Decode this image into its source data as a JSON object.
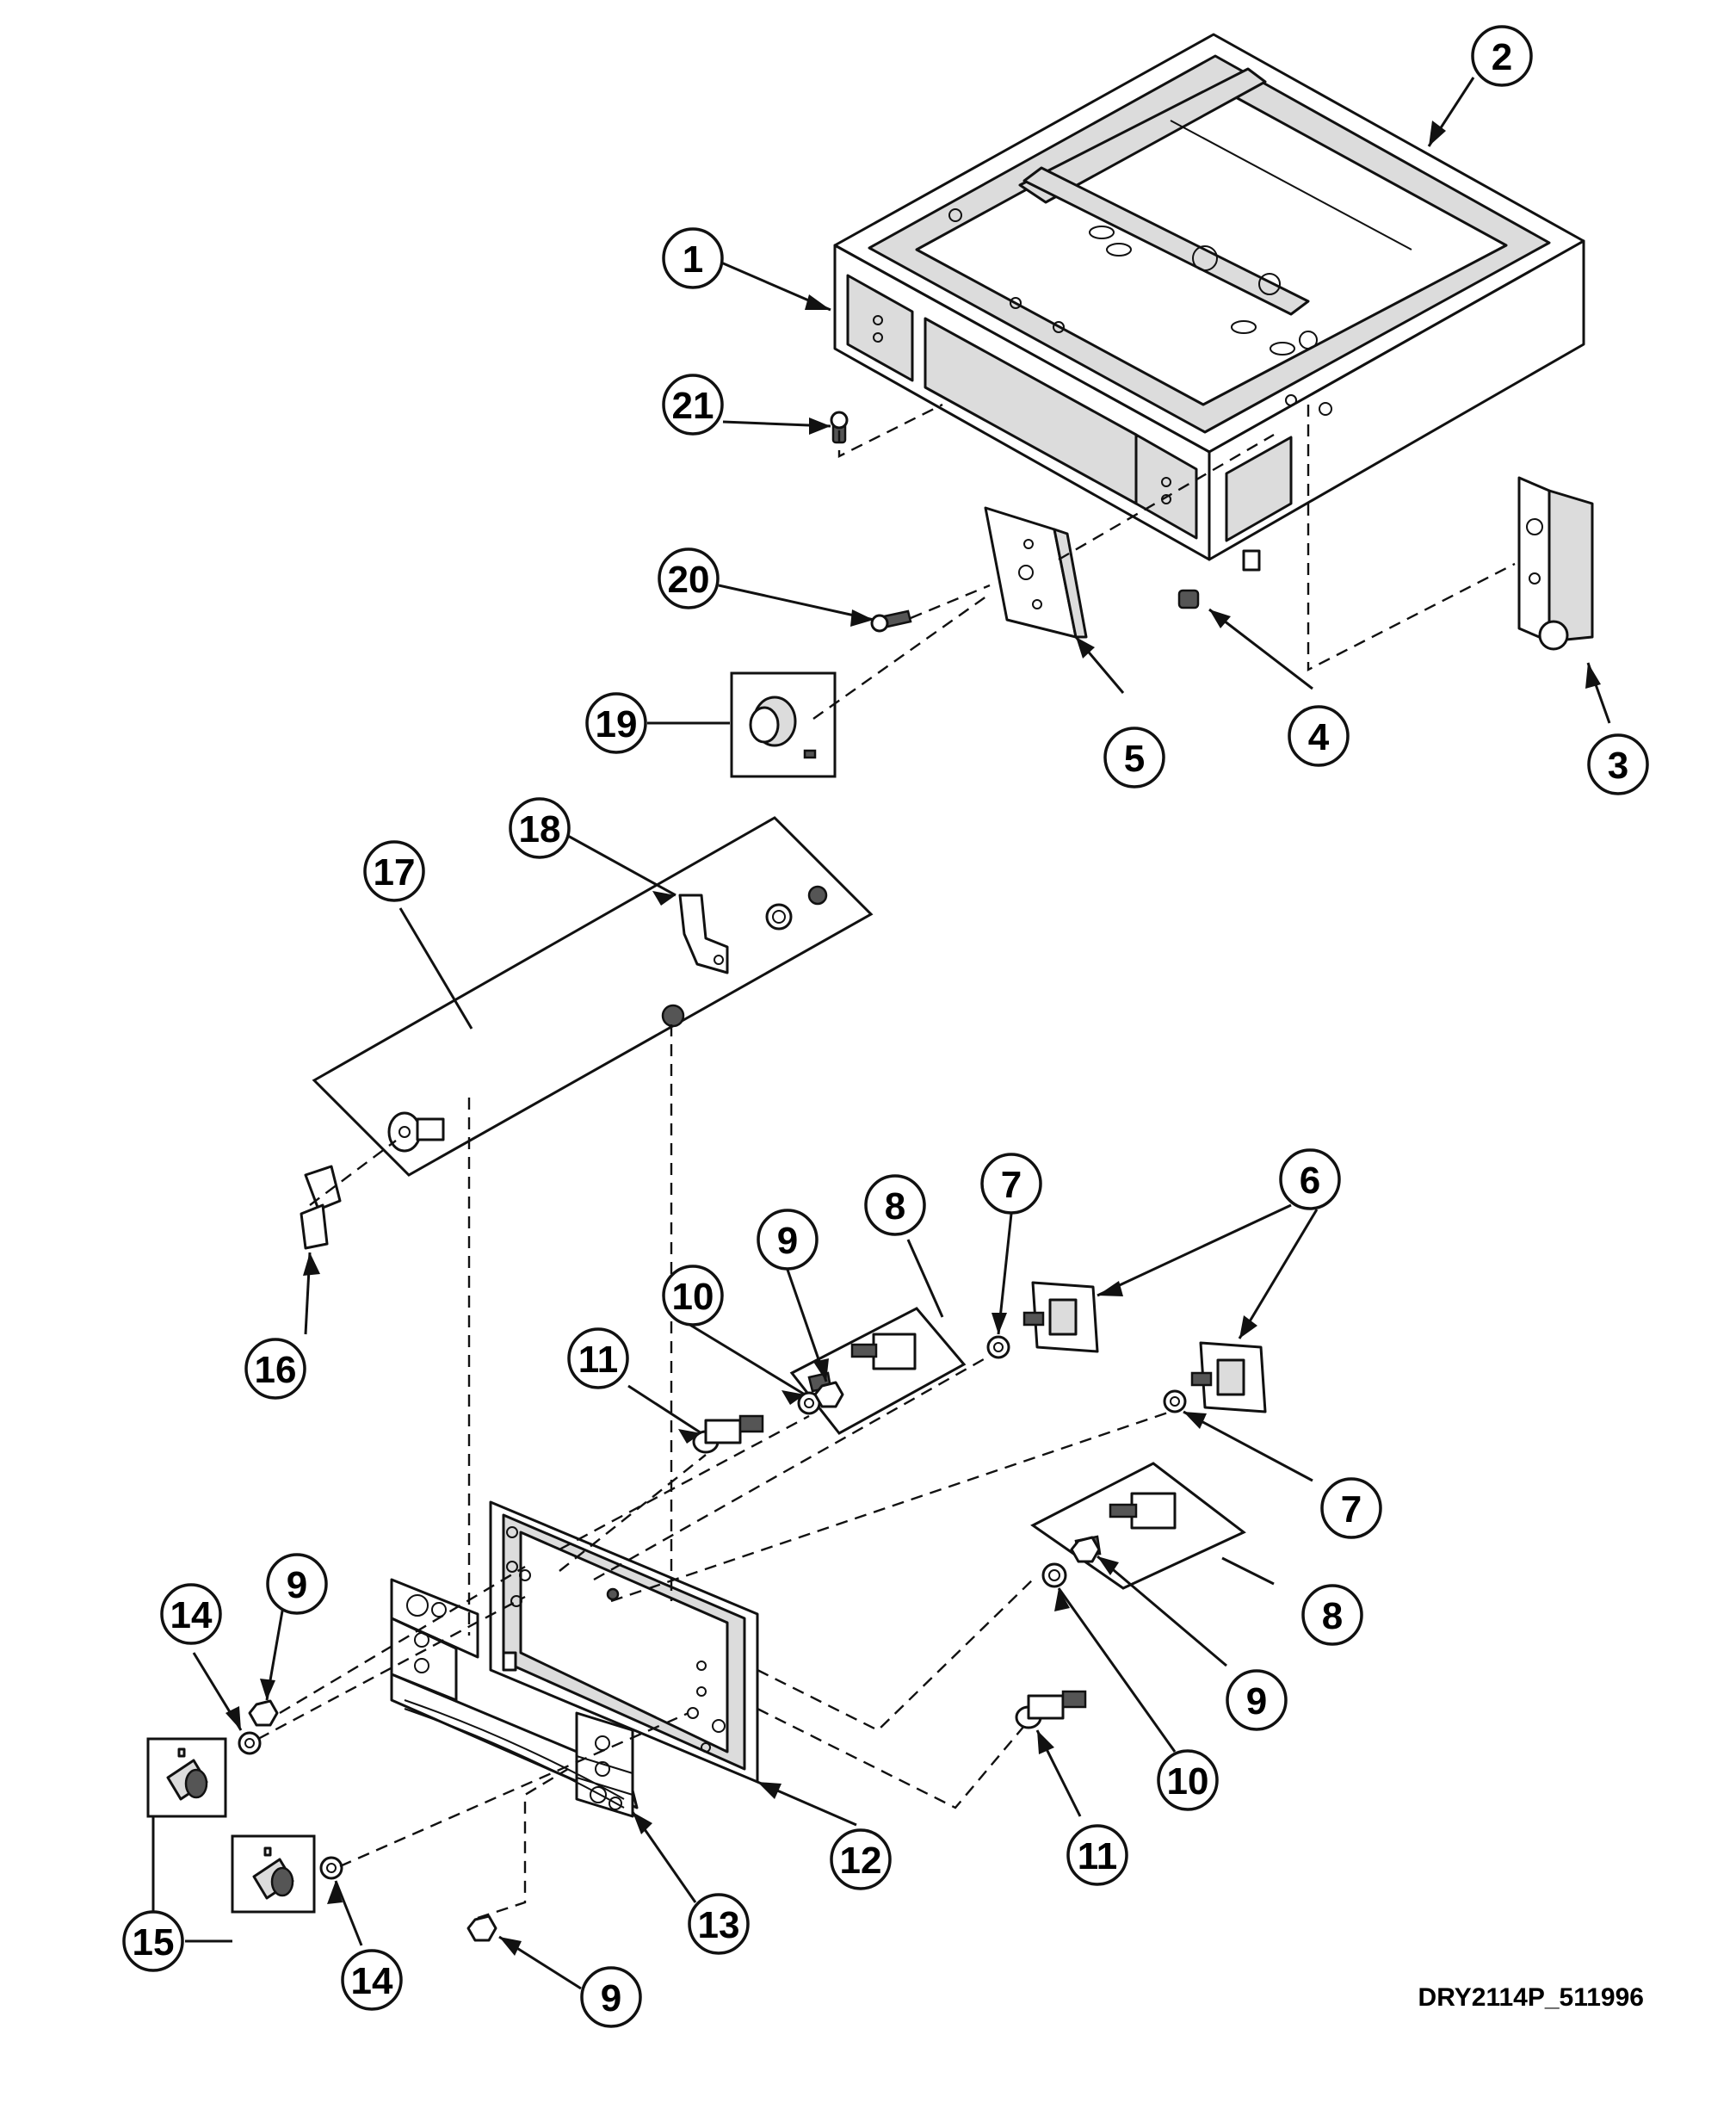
{
  "diagram": {
    "drawing_code": "DRY2114P_511996",
    "callouts": [
      {
        "id": "c1",
        "label": "1"
      },
      {
        "id": "c2",
        "label": "2"
      },
      {
        "id": "c3",
        "label": "3"
      },
      {
        "id": "c4",
        "label": "4"
      },
      {
        "id": "c5",
        "label": "5"
      },
      {
        "id": "c6",
        "label": "6"
      },
      {
        "id": "c7a",
        "label": "7"
      },
      {
        "id": "c7b",
        "label": "7"
      },
      {
        "id": "c8a",
        "label": "8"
      },
      {
        "id": "c8b",
        "label": "8"
      },
      {
        "id": "c9a",
        "label": "9"
      },
      {
        "id": "c9b",
        "label": "9"
      },
      {
        "id": "c9c",
        "label": "9"
      },
      {
        "id": "c9d",
        "label": "9"
      },
      {
        "id": "c10a",
        "label": "10"
      },
      {
        "id": "c10b",
        "label": "10"
      },
      {
        "id": "c11a",
        "label": "11"
      },
      {
        "id": "c11b",
        "label": "11"
      },
      {
        "id": "c12",
        "label": "12"
      },
      {
        "id": "c13",
        "label": "13"
      },
      {
        "id": "c14a",
        "label": "14"
      },
      {
        "id": "c14b",
        "label": "14"
      },
      {
        "id": "c15",
        "label": "15"
      },
      {
        "id": "c16",
        "label": "16"
      },
      {
        "id": "c17",
        "label": "17"
      },
      {
        "id": "c18",
        "label": "18"
      },
      {
        "id": "c19",
        "label": "19"
      },
      {
        "id": "c20",
        "label": "20"
      },
      {
        "id": "c21",
        "label": "21"
      }
    ]
  }
}
